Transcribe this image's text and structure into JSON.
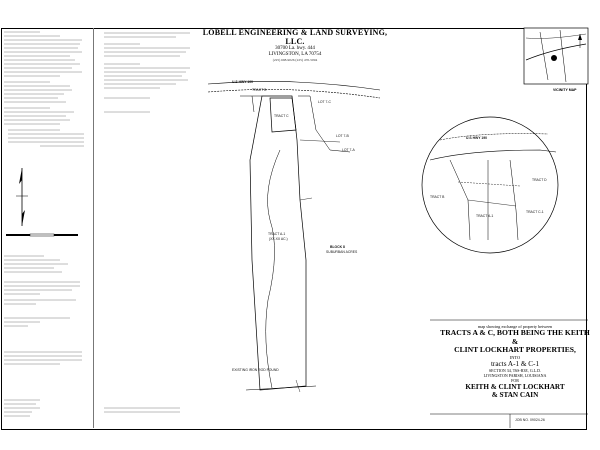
{
  "firm": {
    "name": "LOBELL ENGINEERING & LAND SURVEYING, LLC.",
    "address1": "30700 La. hwy. 444",
    "address2": "LIVINGSTON, LA 70754",
    "phone": "(225) 698-9026        (225) 470-5094"
  },
  "title_block": {
    "line1": "map showing exchange of property between",
    "line2": "TRACTS A & C, BOTH BEING THE KEITH &",
    "line3": "CLINT LOCKHART PROPERTIES,",
    "line4": "INTO",
    "line5": "tracts A-1 & C-1",
    "line6": "SECTION 34, T6S-R3E, G.L.D.",
    "line7": "LIVINGSTON PARISH, LOUISIANA",
    "line8": "FOR",
    "line9": "KEITH & CLINT LOCKHART",
    "line10": "& STAN CAIN"
  },
  "map_labels": {
    "highway_main": "U.S HWY 190",
    "tract_b": "TRACT B",
    "tract_c": "TRACT C",
    "lot_7c": "LOT 7-C",
    "lot_7b": "LOT 7-B",
    "lot_7a": "LOT 7-A",
    "tract_a1": "TRACT A-1",
    "tract_a1_area": "(XX.XX AC.)",
    "block": "BLOCK 8",
    "subdivision": "SUBURBAN ACRES",
    "iron_rod_note": "EXISTING IRON ROD FOUND",
    "detail_highway": "U.S HWY 190",
    "detail_tract_d": "TRACT D",
    "detail_tract_b": "TRACT B",
    "detail_tract_c1": "TRACT C-1",
    "detail_tract_a1": "TRACT A-1",
    "vicinity": "VICINITY MAP"
  },
  "job_no": "JOB NO. 09024-26"
}
